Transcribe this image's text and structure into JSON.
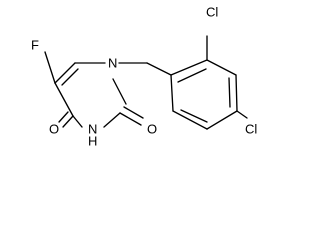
{
  "structure": {
    "atoms": {
      "fluorine": "F",
      "ring_nitrogen": "N",
      "imide_nitrogen": "N",
      "imide_hydrogen": "H",
      "carbonyl_oxygen_left": "O",
      "carbonyl_oxygen_right": "O",
      "chlorine_top": "Cl",
      "chlorine_para": "Cl"
    }
  }
}
